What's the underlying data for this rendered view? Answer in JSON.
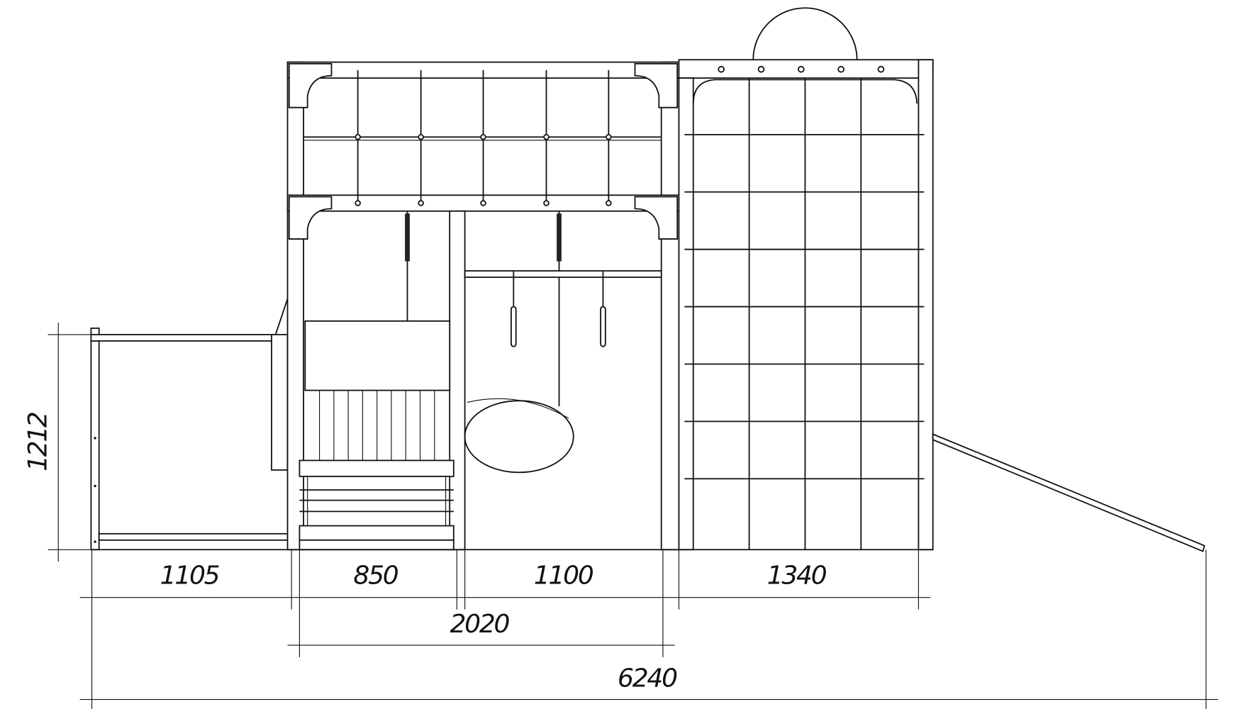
{
  "drawing": {
    "title": "Playground complex front elevation",
    "dimensions": {
      "height_left_platform": "1212",
      "segment_1": "1105",
      "segment_2": "850",
      "segment_3": "1100",
      "segment_4": "1340",
      "tower_width": "2020",
      "overall_width": "6240"
    }
  }
}
